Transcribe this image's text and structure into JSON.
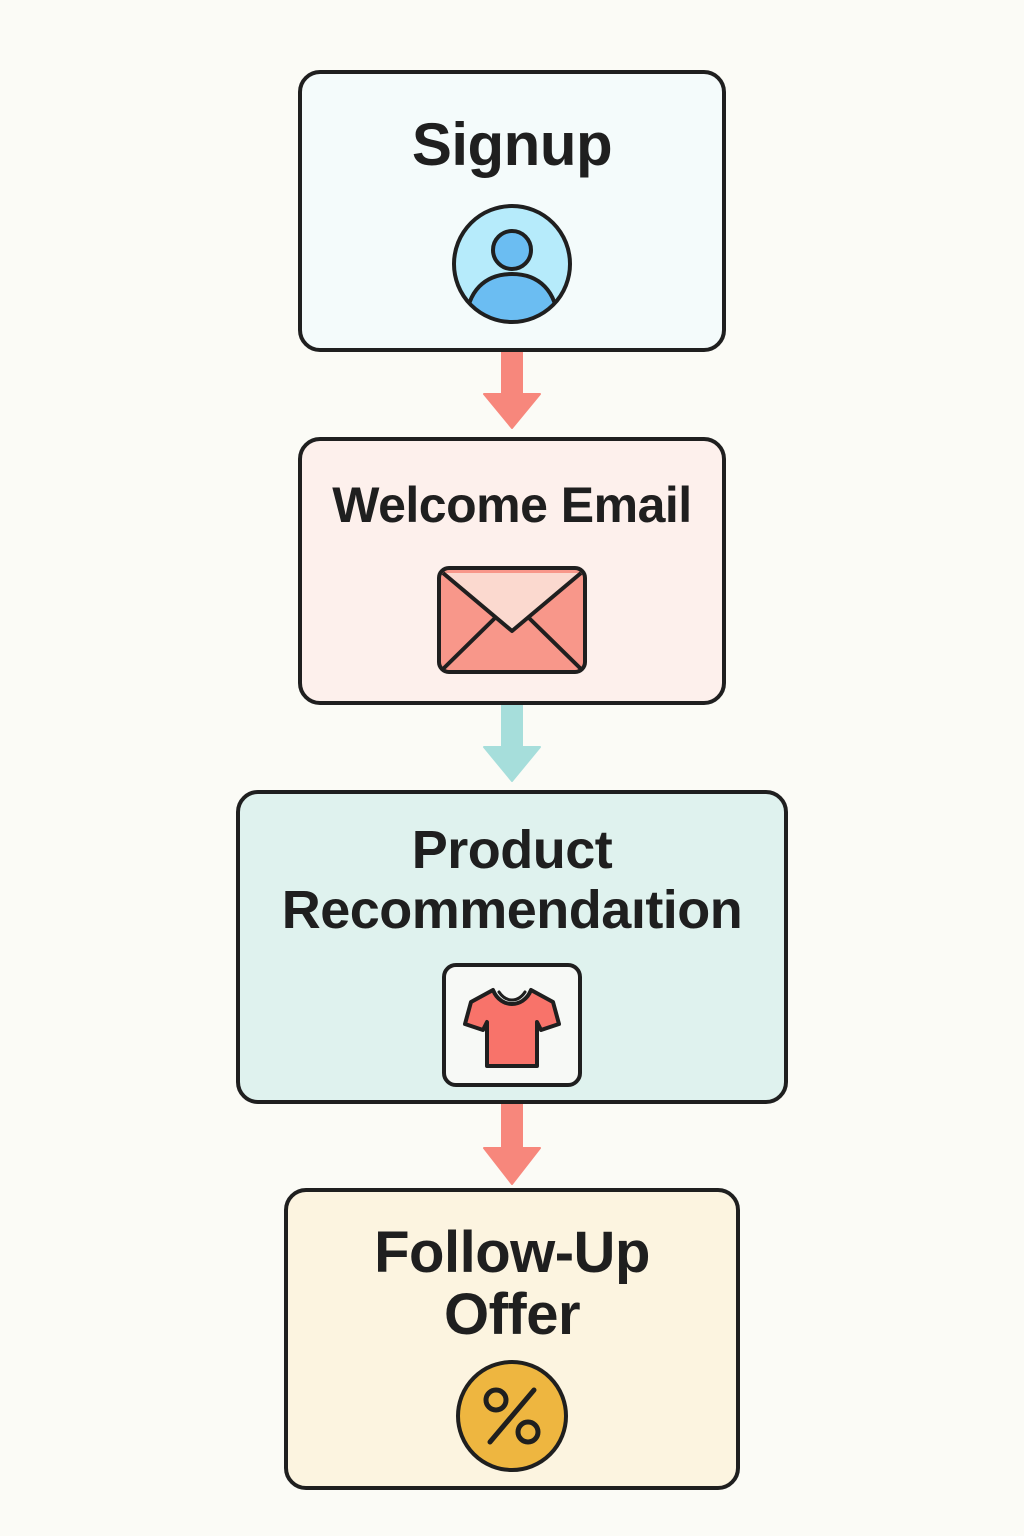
{
  "steps": [
    {
      "title": "Signup",
      "icon": "user-icon"
    },
    {
      "title": "Welcome Email",
      "icon": "envelope-icon"
    },
    {
      "title_lines": [
        "Product",
        "Recommendaıtion"
      ],
      "icon": "tshirt-icon"
    },
    {
      "title_lines": [
        "Follow-Up",
        "Offer"
      ],
      "icon": "percent-icon"
    }
  ],
  "colors": {
    "signup_fill": "#f4fbfb",
    "welcome_fill": "#fdf0ec",
    "product_fill": "#dff2ee",
    "offer_fill": "#fcf4e0",
    "arrow_coral": "#f7877c",
    "arrow_teal": "#a6dedb",
    "user_icon": "#6bbdf2",
    "envelope": "#f8978a",
    "shirt": "#f8736a",
    "percent_badge": "#eeb640",
    "outline": "#1f1f1f"
  }
}
